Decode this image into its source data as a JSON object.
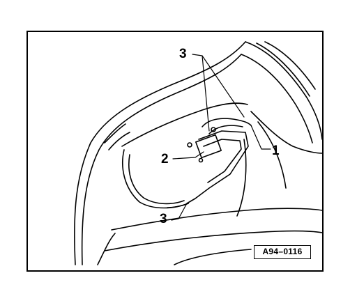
{
  "callouts": {
    "c1": "1",
    "c2": "2",
    "c3_top": "3",
    "c3_bottom": "3"
  },
  "figure_code": "A94–0116",
  "colors": {
    "ink": "#000000",
    "paper": "#ffffff"
  }
}
